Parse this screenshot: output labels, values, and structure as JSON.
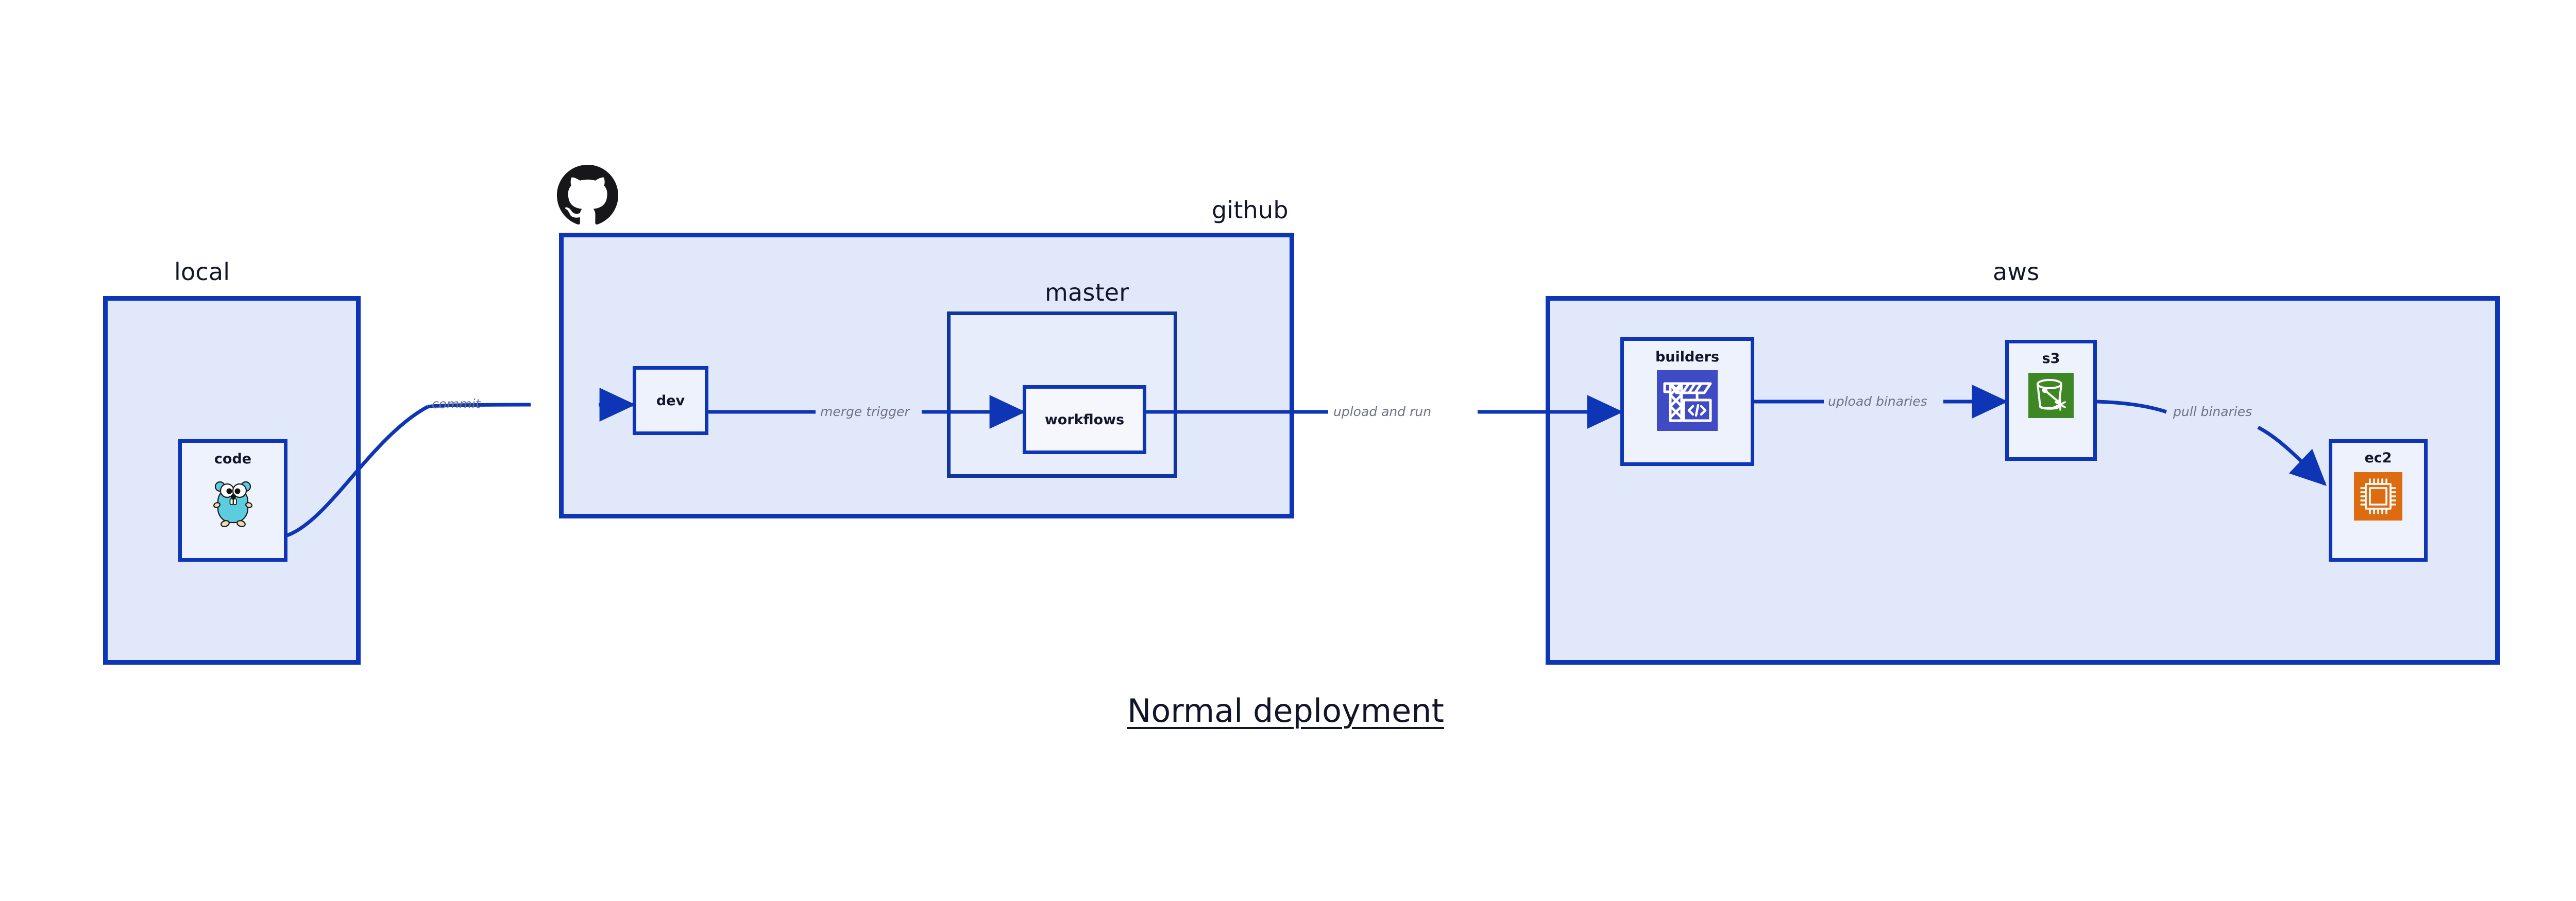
{
  "diagram": {
    "title": "Normal deployment",
    "accent_border": "#0E35B5",
    "group_fill": "#E1E8FA",
    "node_fill": "#EEF2FC",
    "edge_label_color": "#6F7285",
    "text_color": "#13162B"
  },
  "groups": [
    {
      "id": "local",
      "label": "local"
    },
    {
      "id": "github",
      "label": "github"
    },
    {
      "id": "master",
      "label": "master"
    },
    {
      "id": "aws",
      "label": "aws"
    }
  ],
  "nodes": [
    {
      "id": "code",
      "label": "code",
      "icon": "go-gopher-icon",
      "group": "local"
    },
    {
      "id": "dev",
      "label": "dev",
      "icon": null,
      "group": "github"
    },
    {
      "id": "workflows",
      "label": "workflows",
      "icon": null,
      "group": "master"
    },
    {
      "id": "builders",
      "label": "builders",
      "icon": "aws-crane-code-icon",
      "icon_color": "#3F4BC4",
      "group": "aws"
    },
    {
      "id": "s3",
      "label": "s3",
      "icon": "aws-s3-bucket-icon",
      "icon_color": "#3F8624",
      "group": "aws"
    },
    {
      "id": "ec2",
      "label": "ec2",
      "icon": "aws-ec2-chip-icon",
      "icon_color": "#DD6B10",
      "group": "aws"
    }
  ],
  "edges": [
    {
      "id": "commit",
      "from": "code",
      "to": "dev",
      "label": "commit"
    },
    {
      "id": "merge-trigger",
      "from": "dev",
      "to": "workflows",
      "label": "merge trigger"
    },
    {
      "id": "upload-and-run",
      "from": "workflows",
      "to": "builders",
      "label": "upload and run"
    },
    {
      "id": "upload-binaries",
      "from": "builders",
      "to": "s3",
      "label": "upload binaries"
    },
    {
      "id": "pull-binaries",
      "from": "s3",
      "to": "ec2",
      "label": "pull binaries"
    }
  ],
  "logos": [
    {
      "id": "github-logo",
      "name": "github-octocat-logo"
    }
  ]
}
